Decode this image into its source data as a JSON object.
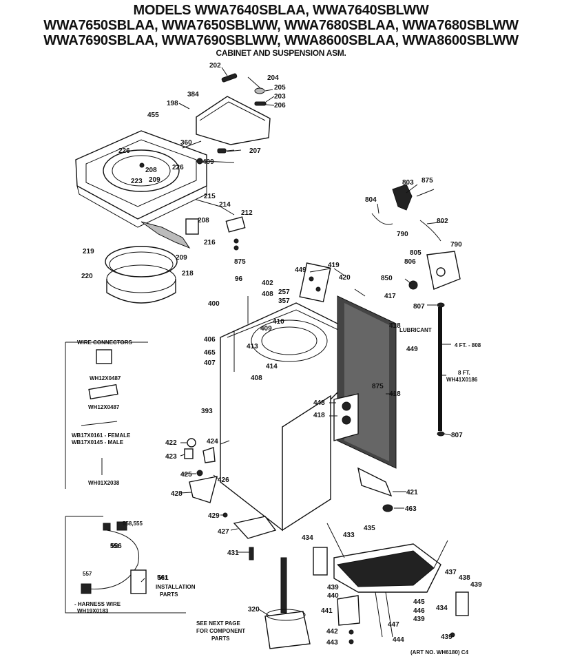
{
  "header": {
    "line1": "MODELS WWA7640SBLAA, WWA7640SBLWW",
    "line2": "WWA7650SBLAA, WWA7650SBLWW, WWA7680SBLAA, WWA7680SBLWW",
    "line3": "WWA7690SBLAA, WWA7690SBLWW, WWA8600SBLAA, WWA8600SBLWW",
    "line4": "CABINET AND SUSPENSION ASM."
  },
  "wire_connectors": {
    "title": "WIRE CONNECTORS",
    "items": [
      "WH12X0487",
      "WH12X0487",
      "WB17X0161 - FEMALE",
      "WB17X0145 - MALE",
      "WH01X2038"
    ]
  },
  "harness_box": {
    "labels": [
      "558,555",
      "556",
      "557",
      "561",
      "INSTALLATION",
      "PARTS",
      "- HARNESS WIRE",
      "WH19X0183"
    ]
  },
  "hose_notes": {
    "lubricant": "LUBRICANT",
    "four_ft": "4 FT. - 808",
    "eight_ft": "8 FT.",
    "eight_ft_part": "WH41X0186"
  },
  "notes": {
    "see_next": [
      "SEE NEXT PAGE",
      "FOR COMPONENT",
      "PARTS"
    ],
    "art_no": "(ART NO. WH6180) C4"
  },
  "parts": [
    "202",
    "204",
    "205",
    "203",
    "206",
    "384",
    "198",
    "455",
    "360",
    "207",
    "226",
    "208",
    "209",
    "223",
    "226",
    "409",
    "215",
    "214",
    "212",
    "208",
    "216",
    "875",
    "219",
    "209",
    "218",
    "220",
    "803",
    "875",
    "804",
    "802",
    "790",
    "790",
    "805",
    "806",
    "850",
    "449",
    "419",
    "420",
    "96",
    "402",
    "257",
    "357",
    "417",
    "400",
    "408",
    "410",
    "409",
    "807",
    "406",
    "413",
    "465",
    "407",
    "414",
    "408",
    "449",
    "875",
    "448",
    "418",
    "418",
    "393",
    "418",
    "807",
    "422",
    "424",
    "423",
    "425",
    "426",
    "428",
    "421",
    "463",
    "429",
    "427",
    "434",
    "433",
    "435",
    "431",
    "437",
    "438",
    "439",
    "556",
    "561",
    "439",
    "440",
    "445",
    "434",
    "320",
    "441",
    "446",
    "439",
    "447",
    "442",
    "443",
    "444",
    "439"
  ]
}
